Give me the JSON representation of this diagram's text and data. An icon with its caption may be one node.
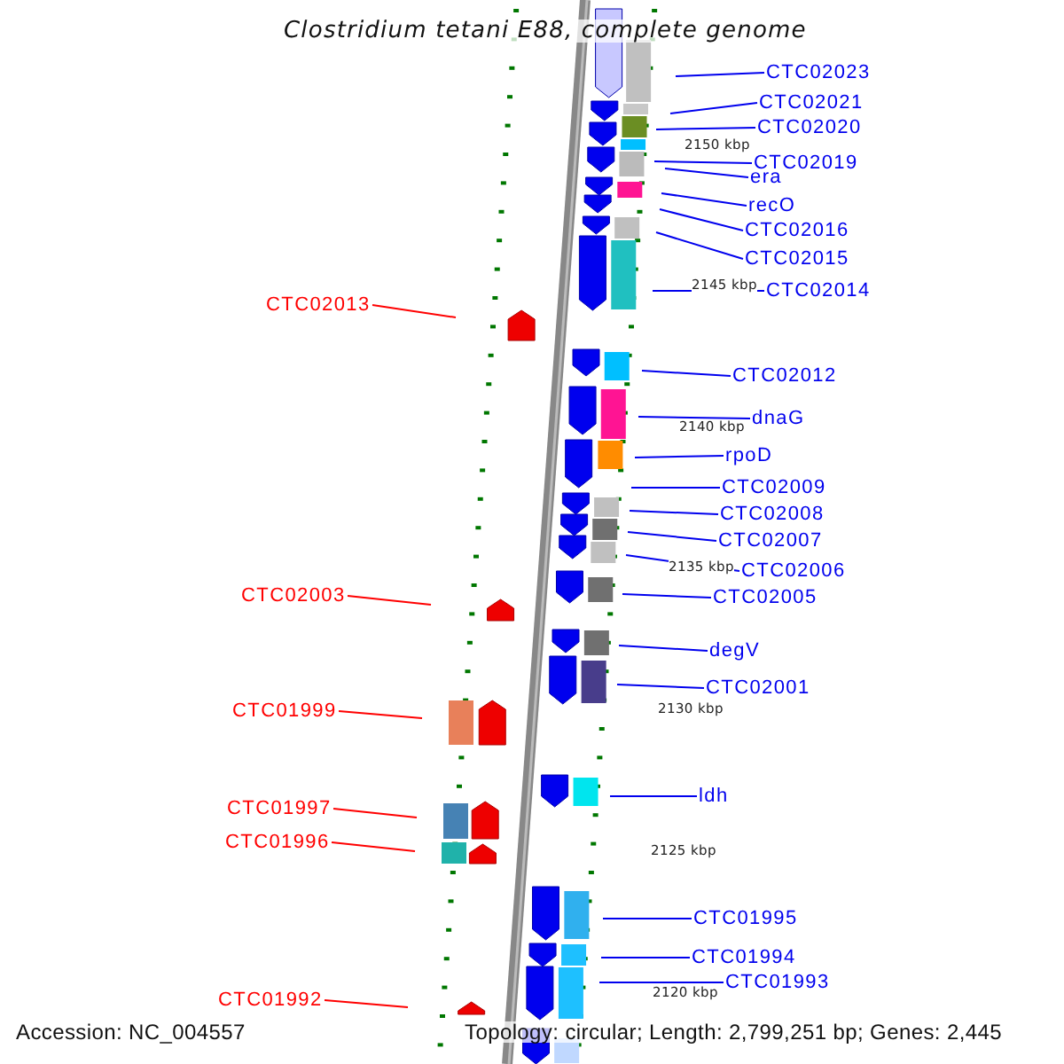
{
  "diagram": {
    "title": "Clostridium tetani E88, complete genome",
    "nodes": [
      {
        "text": [
          "CTC02023"
        ]
      },
      {
        "text": [
          "CTC02021"
        ]
      },
      {
        "text": [
          "CTC02020"
        ]
      },
      {
        "text": [
          "CTC02019"
        ]
      },
      {
        "text": [
          "era"
        ]
      },
      {
        "text": [
          "recO"
        ]
      },
      {
        "text": [
          "CTC02016"
        ]
      },
      {
        "text": [
          "CTC02015"
        ]
      },
      {
        "text": [
          "CTC02014"
        ]
      },
      {
        "text": [
          "CTC02013"
        ]
      },
      {
        "text": [
          "CTC02012"
        ]
      },
      {
        "text": [
          "dnaG"
        ]
      },
      {
        "text": [
          "rpoD"
        ]
      },
      {
        "text": [
          "CTC02009"
        ]
      },
      {
        "text": [
          "CTC02008"
        ]
      },
      {
        "text": [
          "CTC02007"
        ]
      },
      {
        "text": [
          "CTC02006"
        ]
      },
      {
        "text": [
          "CTC02003"
        ]
      },
      {
        "text": [
          "CTC02005"
        ]
      },
      {
        "text": [
          "degV"
        ]
      },
      {
        "text": [
          "CTC02001"
        ]
      },
      {
        "text": [
          "CTC01999"
        ]
      },
      {
        "text": [
          "ldh"
        ]
      },
      {
        "text": [
          "CTC01997"
        ]
      },
      {
        "text": [
          "CTC01996"
        ]
      },
      {
        "text": [
          "CTC01995"
        ]
      },
      {
        "text": [
          "CTC01994"
        ]
      },
      {
        "text": [
          "CTC01993"
        ]
      },
      {
        "text": [
          "CTC01992"
        ]
      }
    ],
    "edges": [
      {
        "from": 0,
        "to": null,
        "arrow": "none"
      },
      {
        "from": 1,
        "to": null,
        "arrow": "none"
      },
      {
        "from": 2,
        "to": null,
        "arrow": "none"
      },
      {
        "from": 3,
        "to": null,
        "arrow": "none"
      },
      {
        "from": 4,
        "to": null,
        "arrow": "none"
      },
      {
        "from": 5,
        "to": null,
        "arrow": "none"
      },
      {
        "from": 6,
        "to": null,
        "arrow": "none"
      },
      {
        "from": 7,
        "to": null,
        "arrow": "none"
      },
      {
        "from": 8,
        "to": null,
        "arrow": "none"
      },
      {
        "from": 9,
        "to": null,
        "arrow": "none",
        "color": "#ff0000"
      },
      {
        "from": 10,
        "to": null,
        "arrow": "none"
      },
      {
        "from": 11,
        "to": null,
        "arrow": "none"
      },
      {
        "from": 12,
        "to": null,
        "arrow": "none"
      },
      {
        "from": 13,
        "to": null,
        "arrow": "none"
      },
      {
        "from": 14,
        "to": null,
        "arrow": "none"
      },
      {
        "from": 15,
        "to": null,
        "arrow": "none"
      },
      {
        "from": 16,
        "to": null,
        "arrow": "none"
      },
      {
        "from": 17,
        "to": null,
        "arrow": "none",
        "color": "#ff0000"
      },
      {
        "from": 18,
        "to": null,
        "arrow": "none"
      },
      {
        "from": 19,
        "to": null,
        "arrow": "none"
      },
      {
        "from": 20,
        "to": null,
        "arrow": "none"
      },
      {
        "from": 21,
        "to": null,
        "arrow": "none",
        "color": "#ff0000"
      },
      {
        "from": 22,
        "to": null,
        "arrow": "none"
      },
      {
        "from": 23,
        "to": null,
        "arrow": "none",
        "color": "#ff0000"
      },
      {
        "from": 24,
        "to": null,
        "arrow": "none",
        "color": "#ff0000"
      },
      {
        "from": 25,
        "to": null,
        "arrow": "none"
      },
      {
        "from": 26,
        "to": null,
        "arrow": "none"
      },
      {
        "from": 27,
        "to": null,
        "arrow": "none"
      },
      {
        "from": 28,
        "to": null,
        "arrow": "none",
        "color": "#ff0000"
      }
    ],
    "labels": [
      "2150 kbp",
      "2145 kbp",
      "2140 kbp",
      "2135 kbp",
      "2130 kbp",
      "2125 kbp",
      "2120 kbp",
      "Accession: NC_004557",
      "Topology: circular; Length: 2,799,251 bp; Genes: 2,445"
    ]
  }
}
